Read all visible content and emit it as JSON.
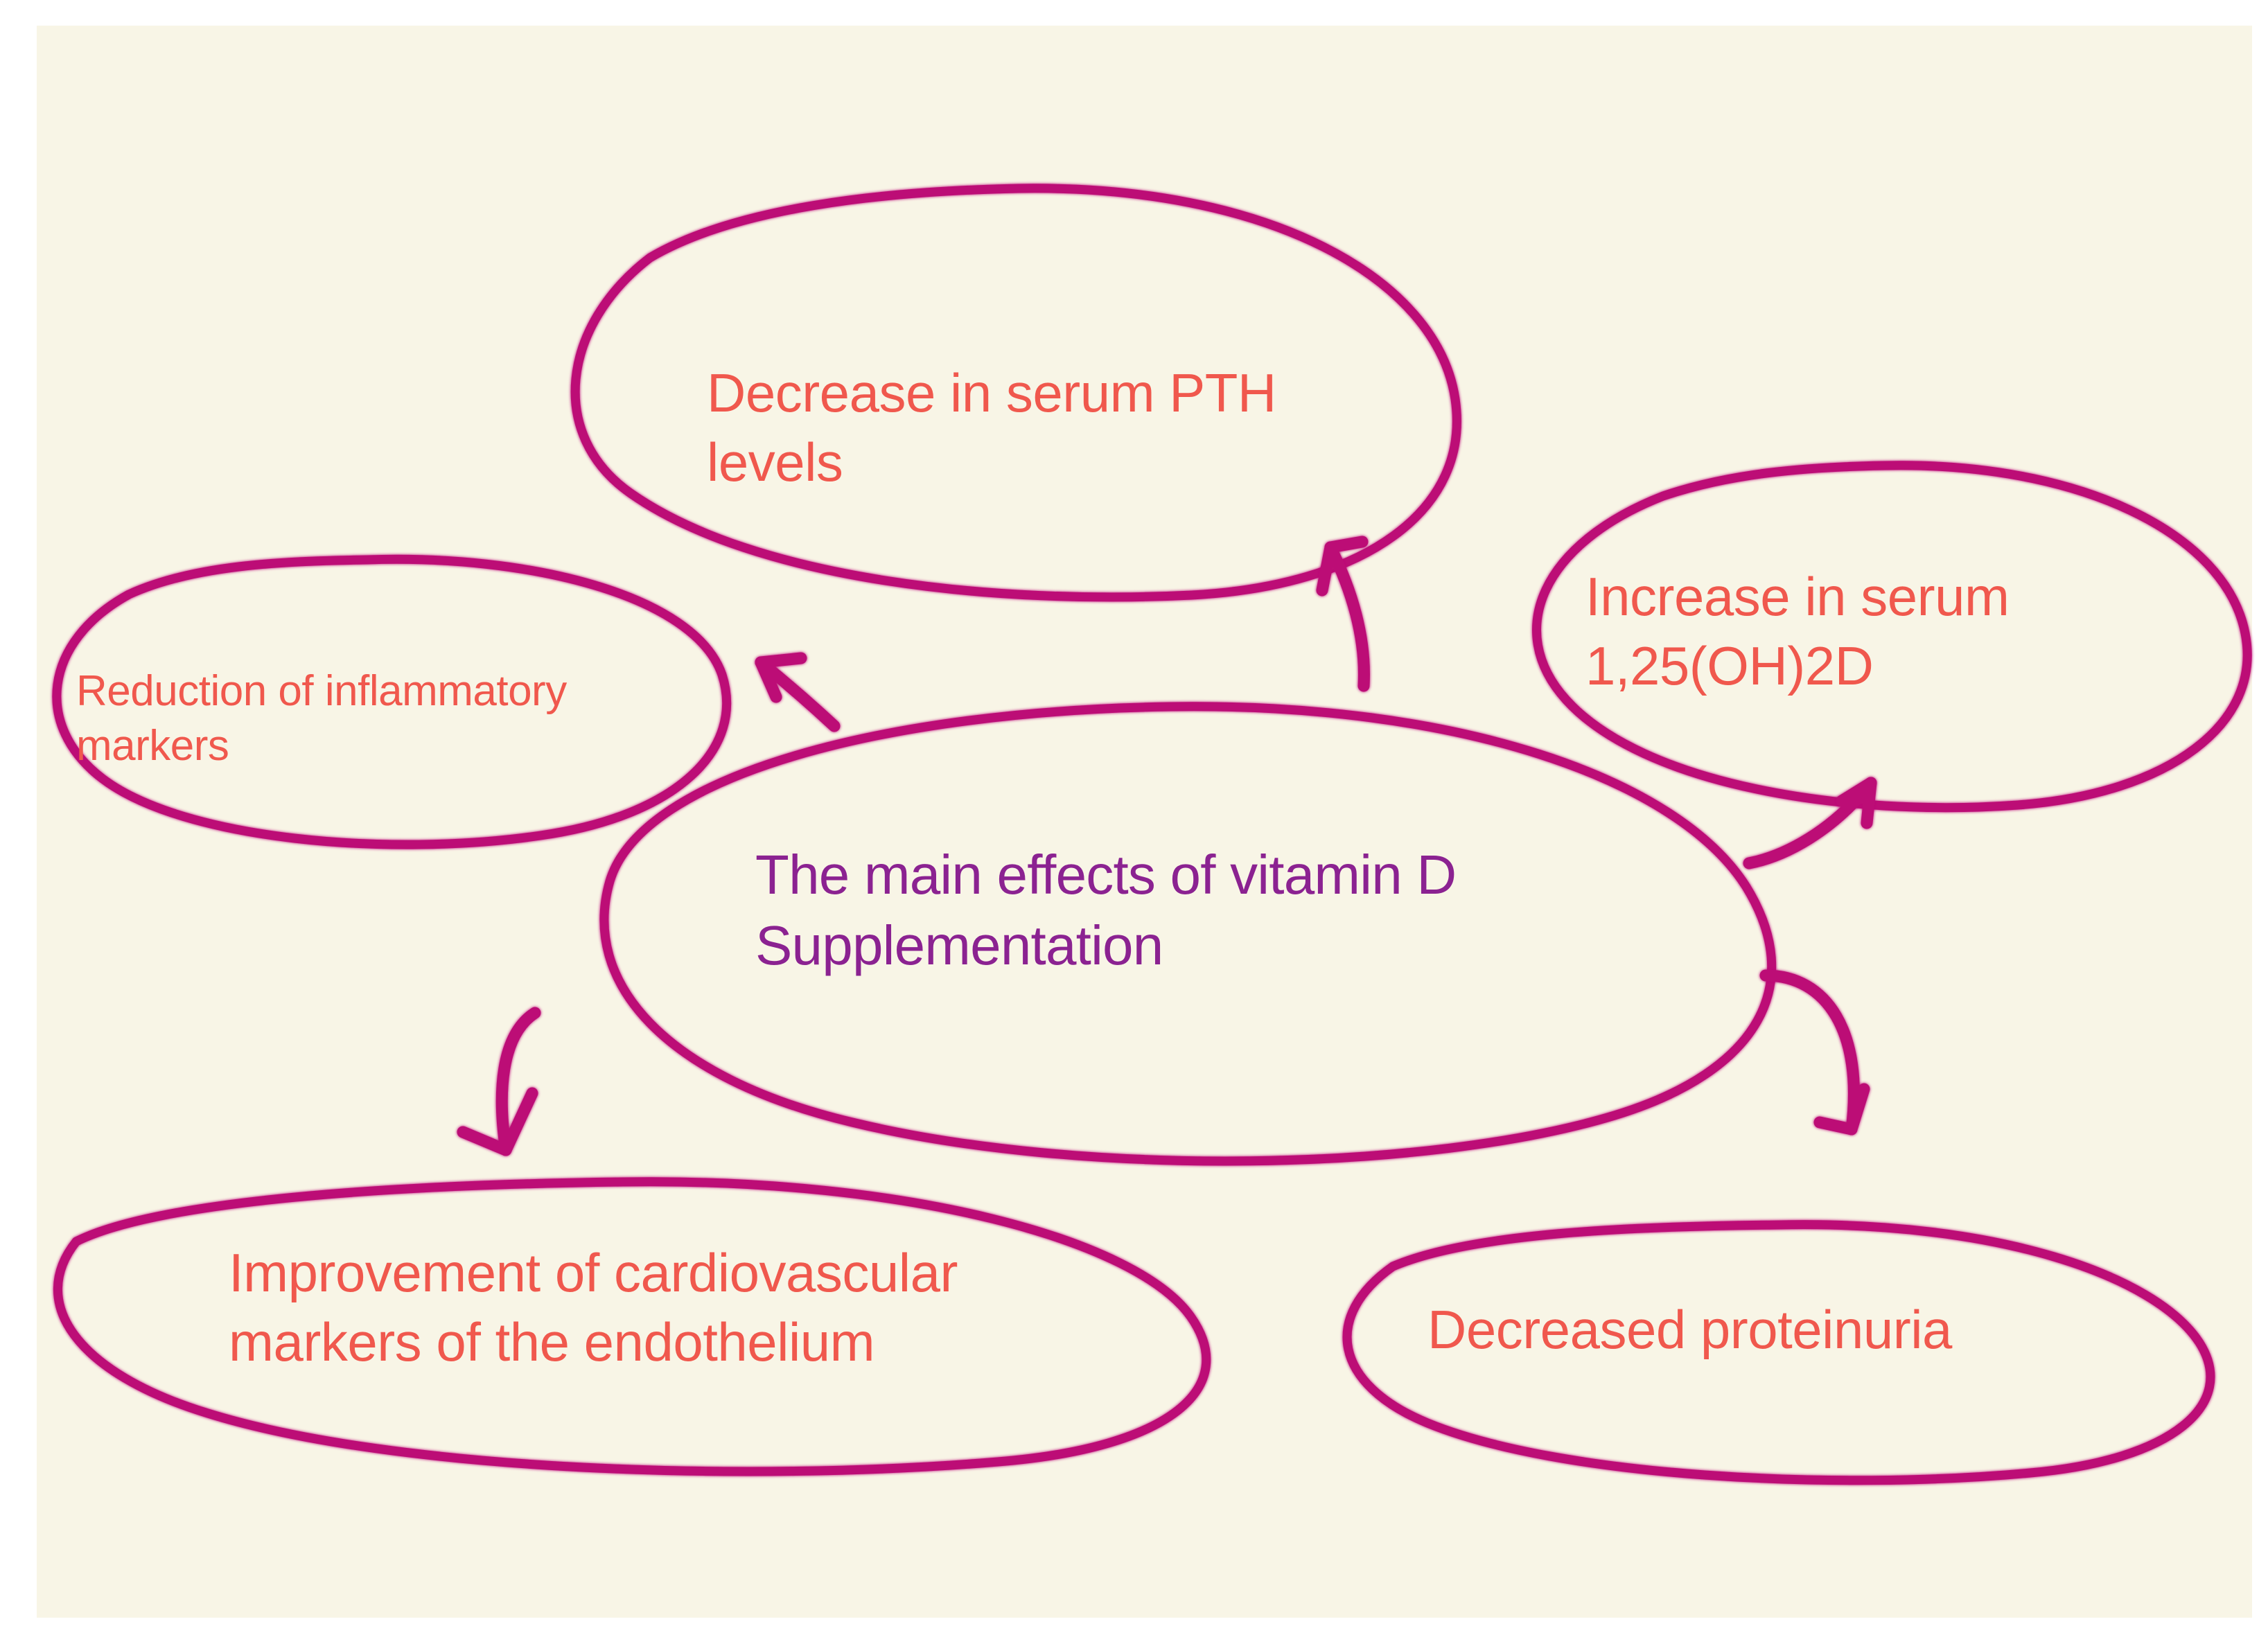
{
  "diagram": {
    "title": "The main effects of vitamin D Supplementation",
    "type": "concept-map",
    "background_color": "#F8F5E6",
    "page_color": "#FFFFFF",
    "ellipse_stroke_color": "#BC0E76",
    "arrow_color": "#BC0E76",
    "center_text_color": "#8B2291",
    "node_text_color": "#F0584D",
    "center": {
      "label": "The main effects of vitamin D\nSupplementation"
    },
    "nodes": [
      {
        "id": "pth",
        "label": "Decrease in serum PTH\nlevels"
      },
      {
        "id": "inflam",
        "label": "Reduction of inflammatory\nmarkers"
      },
      {
        "id": "serum",
        "label": "Increase in serum\n1,25(OH)2D"
      },
      {
        "id": "cardio",
        "label": "Improvement of cardiovascular\nmarkers of the endothelium"
      },
      {
        "id": "protein",
        "label": "Decreased proteinuria"
      }
    ],
    "connections": [
      {
        "from": "center",
        "to": "pth",
        "direction": "up"
      },
      {
        "from": "center",
        "to": "inflam",
        "direction": "up-left"
      },
      {
        "from": "center",
        "to": "serum",
        "direction": "up-right"
      },
      {
        "from": "center",
        "to": "cardio",
        "direction": "down-left"
      },
      {
        "from": "center",
        "to": "protein",
        "direction": "down-right"
      }
    ]
  }
}
